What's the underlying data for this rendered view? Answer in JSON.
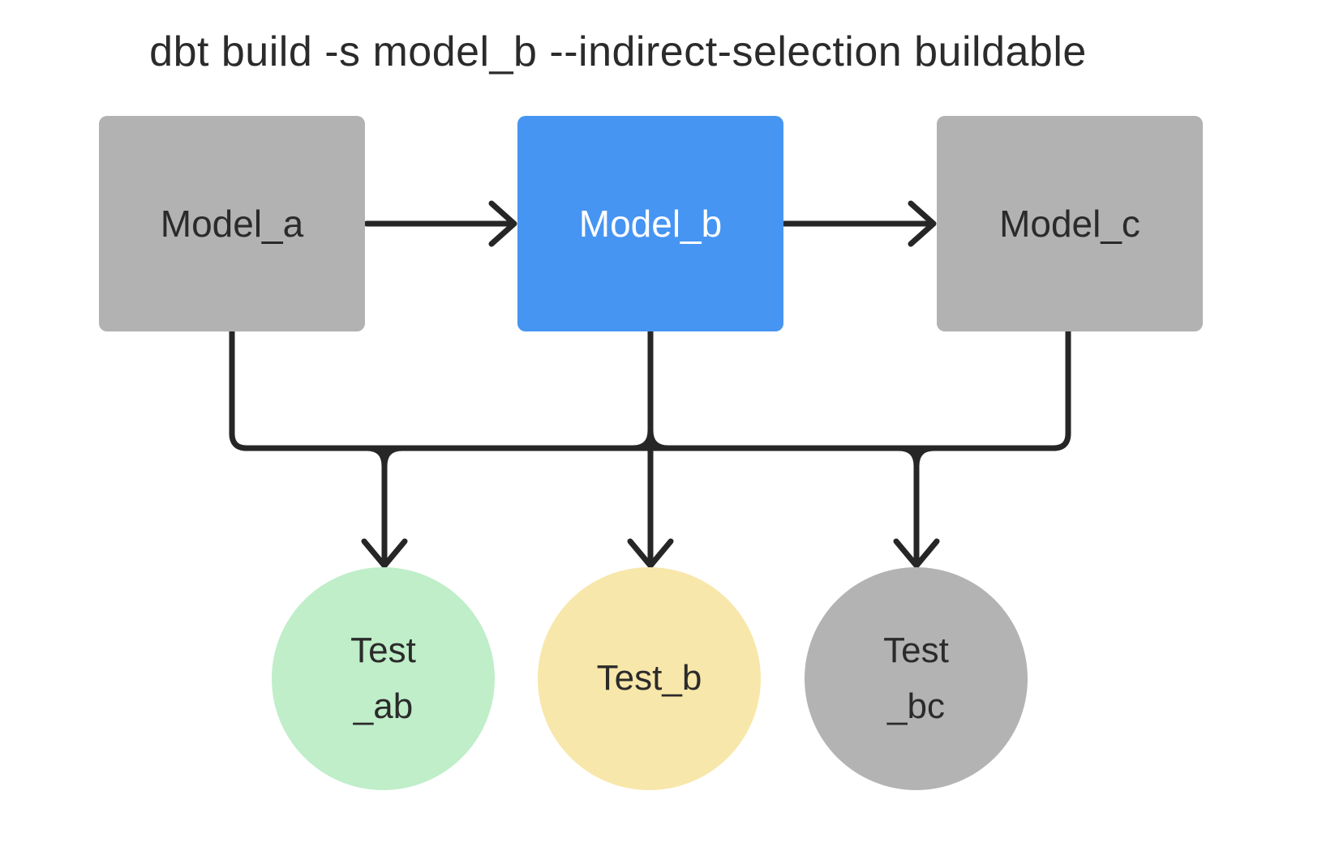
{
  "title": "dbt build -s model_b --indirect-selection buildable",
  "colors": {
    "background": "#ffffff",
    "model_default_fill": "#b2b2b2",
    "model_selected_fill": "#4695f2",
    "test_ab_fill": "#bfeec9",
    "test_b_fill": "#f8e7aa",
    "test_bc_fill": "#b3b3b3",
    "edge_stroke": "#262626",
    "text_dark": "#2b2b2b",
    "text_on_selected": "#ffffff"
  },
  "models": [
    {
      "id": "model_a",
      "label": "Model_a",
      "state": "default"
    },
    {
      "id": "model_b",
      "label": "Model_b",
      "state": "selected"
    },
    {
      "id": "model_c",
      "label": "Model_c",
      "state": "default"
    }
  ],
  "tests": [
    {
      "id": "test_ab",
      "label_line1": "Test",
      "label_line2": "_ab"
    },
    {
      "id": "test_b",
      "label_line1": "Test_b",
      "label_line2": ""
    },
    {
      "id": "test_bc",
      "label_line1": "Test",
      "label_line2": "_bc"
    }
  ],
  "edges": [
    {
      "from": "model_a",
      "to": "model_b"
    },
    {
      "from": "model_b",
      "to": "model_c"
    },
    {
      "from": "model_a",
      "to": "test_ab"
    },
    {
      "from": "model_b",
      "to": "test_ab"
    },
    {
      "from": "model_b",
      "to": "test_b"
    },
    {
      "from": "model_b",
      "to": "test_bc"
    },
    {
      "from": "model_c",
      "to": "test_bc"
    }
  ]
}
